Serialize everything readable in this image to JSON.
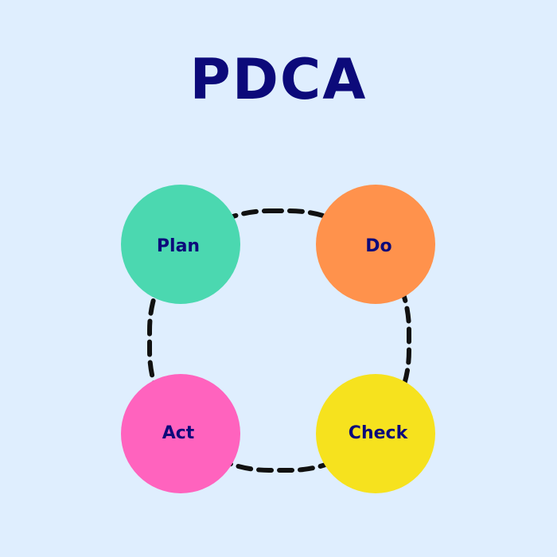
{
  "title": "PDCA",
  "nodes": [
    {
      "id": "plan",
      "label": "Plan",
      "color": "#4bd8b0"
    },
    {
      "id": "do",
      "label": "Do",
      "color": "#ff924c"
    },
    {
      "id": "act",
      "label": "Act",
      "color": "#ff63be"
    },
    {
      "id": "check",
      "label": "Check",
      "color": "#f6e21e"
    }
  ],
  "colors": {
    "background": "#dfeefe",
    "text": "#0c0a7a",
    "connector": "#111111"
  }
}
